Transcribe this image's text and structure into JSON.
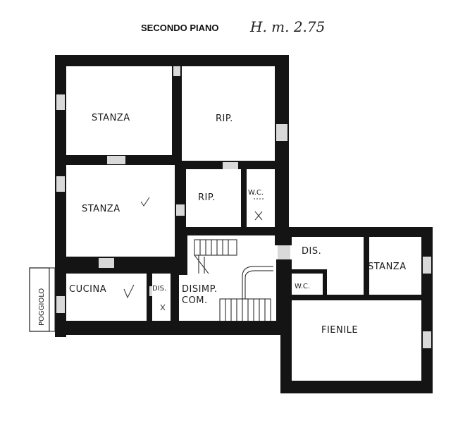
{
  "header": {
    "floor_title": "SECONDO PIANO",
    "height_note": "H. m. 2.75"
  },
  "rooms": {
    "stanza_top": "STANZA",
    "rip_top": "RIP.",
    "stanza_mid": "STANZA",
    "rip_small": "RIP.",
    "wc_left": "W.C.",
    "cucina": "CUCINA",
    "dis_left": "DIS.",
    "disimp_line1": "DISIMP.",
    "disimp_line2": "COM.",
    "dis_right": "DIS.",
    "wc_right": "W.C.",
    "stanza_right": "STANZA",
    "fienile": "FIENILE"
  },
  "balcony": {
    "label": "POGGIOLO"
  },
  "colors": {
    "wall": "#141414",
    "window": "#d9d9d9",
    "paper": "#ffffff"
  }
}
